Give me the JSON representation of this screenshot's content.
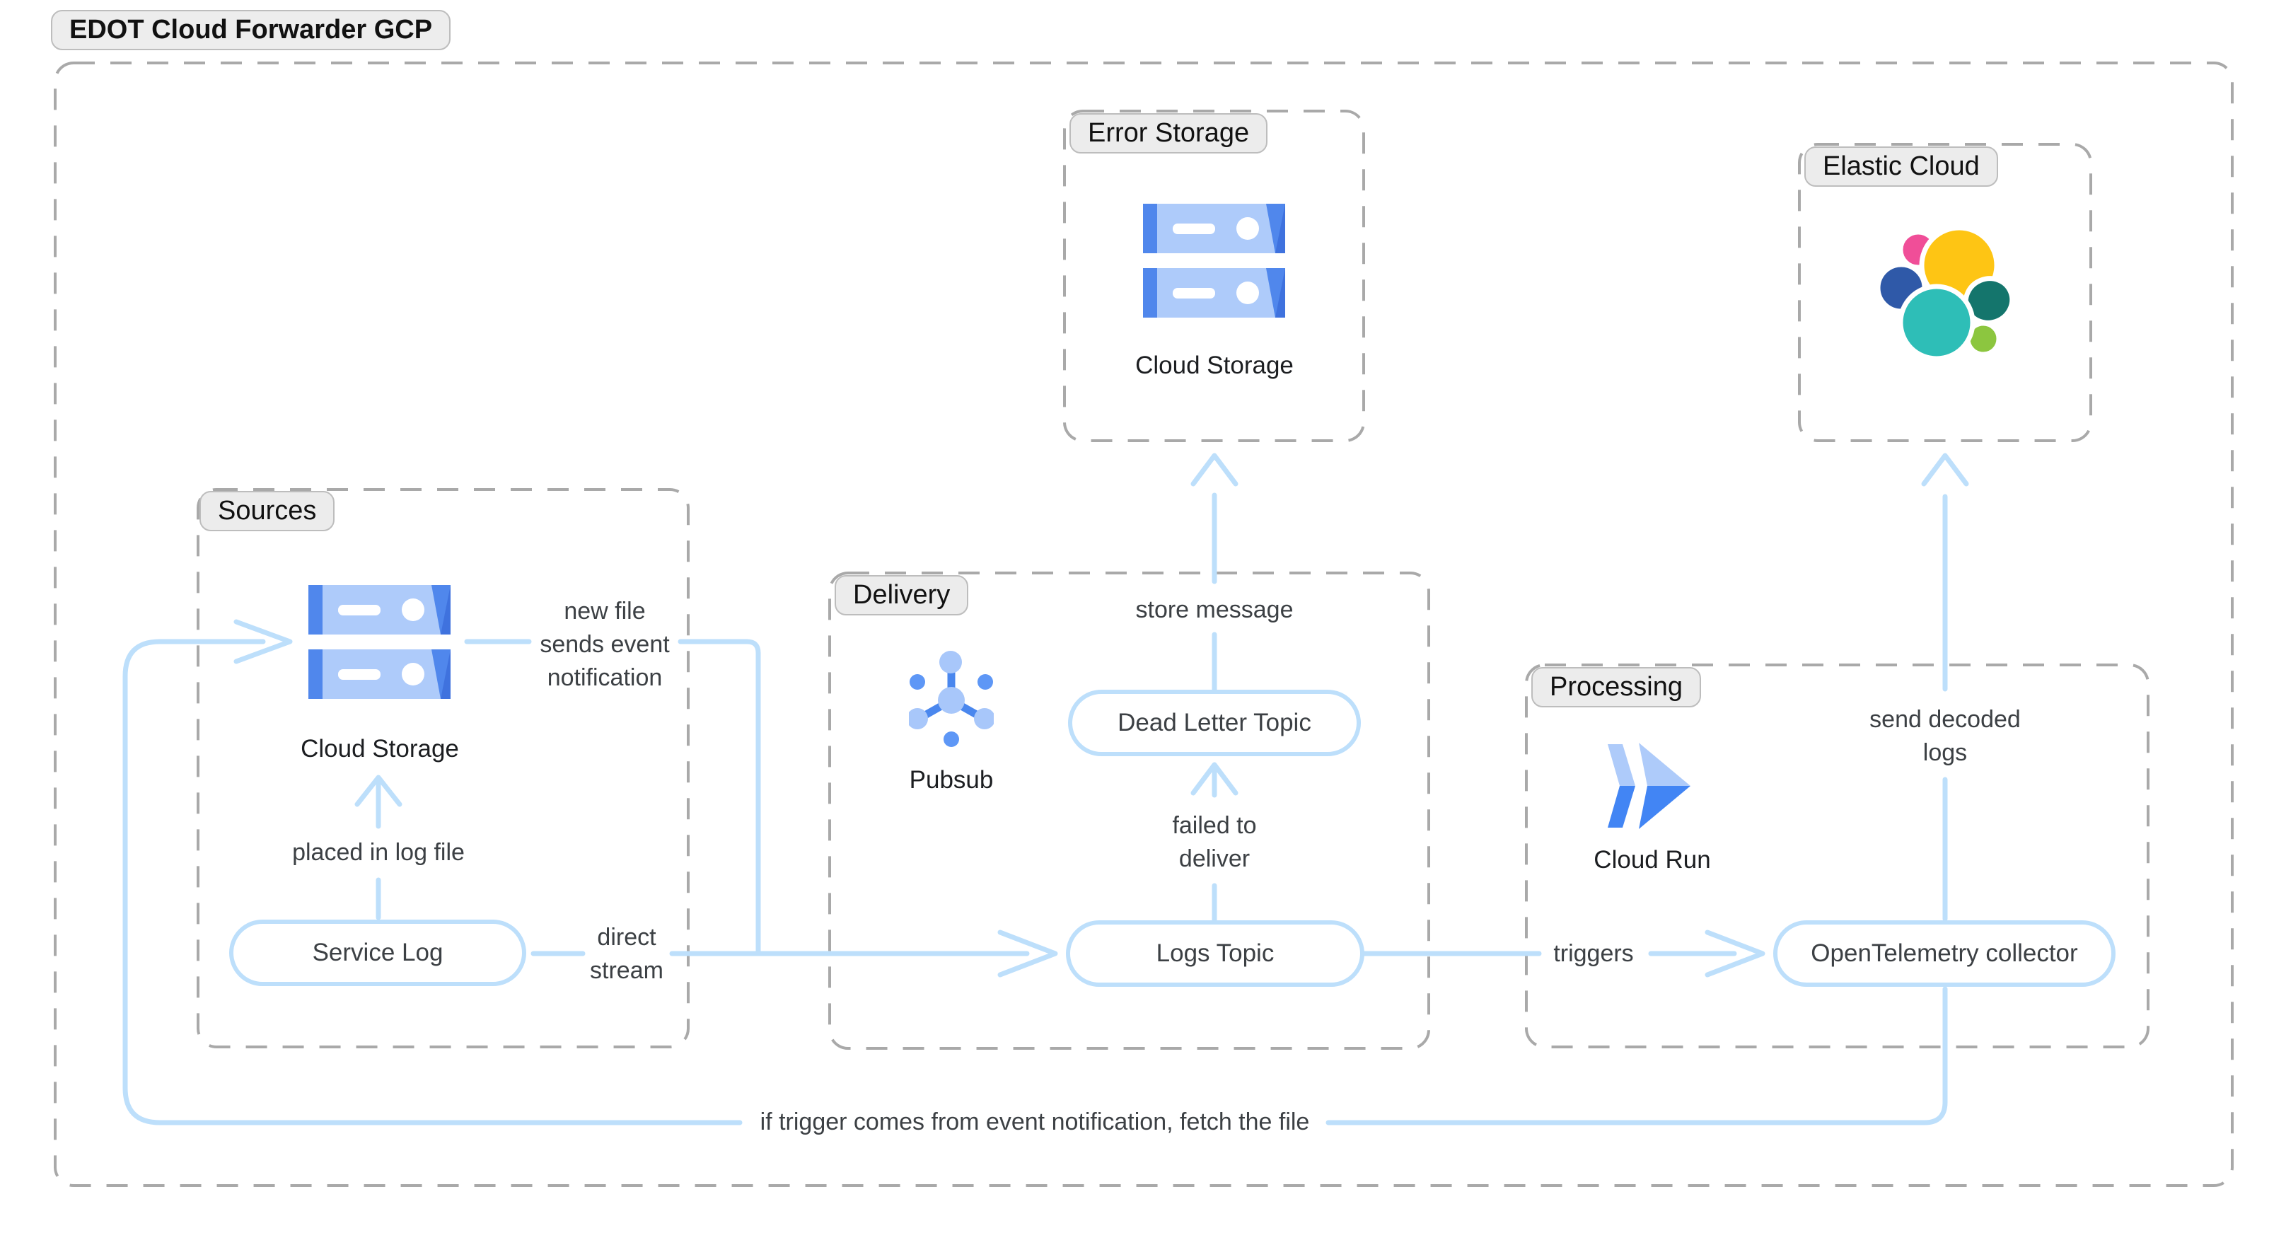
{
  "title": "EDOT Cloud Forwarder GCP",
  "groups": {
    "sources": "Sources",
    "delivery": "Delivery",
    "error_storage": "Error Storage",
    "processing": "Processing",
    "elastic_cloud": "Elastic Cloud"
  },
  "nodes": {
    "cloud_storage_sources": "Cloud Storage",
    "service_log": "Service Log",
    "pubsub": "Pubsub",
    "dead_letter_topic": "Dead Letter Topic",
    "logs_topic": "Logs Topic",
    "cloud_storage_error": "Cloud Storage",
    "cloud_run": "Cloud Run",
    "otel_collector": "OpenTelemetry collector"
  },
  "edge_labels": {
    "new_file": [
      "new file",
      "sends event",
      "notification"
    ],
    "placed_in_log_file": "placed in log file",
    "direct_stream": [
      "direct",
      "stream"
    ],
    "store_message": "store message",
    "failed_to_deliver": [
      "failed to",
      "deliver"
    ],
    "triggers": "triggers",
    "send_decoded_logs": [
      "send decoded",
      "logs"
    ],
    "fetch_file": "if trigger comes from event notification, fetch the file"
  },
  "icons": {
    "cloud_storage": "cloud-storage-icon",
    "pubsub": "pubsub-icon",
    "cloud_run": "cloud-run-icon",
    "elastic": "elastic-logo"
  },
  "colors": {
    "connector_blue": "#BDDFFB",
    "node_border_blue": "#BDDFFB",
    "dashed_border_gray": "#A9A9A9",
    "group_pill_bg": "#ECECEC",
    "group_pill_border": "#BDBDBD",
    "label_text": "#3C4044",
    "gcp_blue": "#5087EC",
    "gcp_light_blue": "#AECBFA",
    "gcp_bright_blue": "#4285F4",
    "elastic_yellow": "#FEC514",
    "elastic_pink": "#F04E98",
    "elastic_navy": "#2F59A8",
    "elastic_teal": "#2EBEB7",
    "elastic_green": "#14756C",
    "elastic_lime": "#8CC63F"
  }
}
